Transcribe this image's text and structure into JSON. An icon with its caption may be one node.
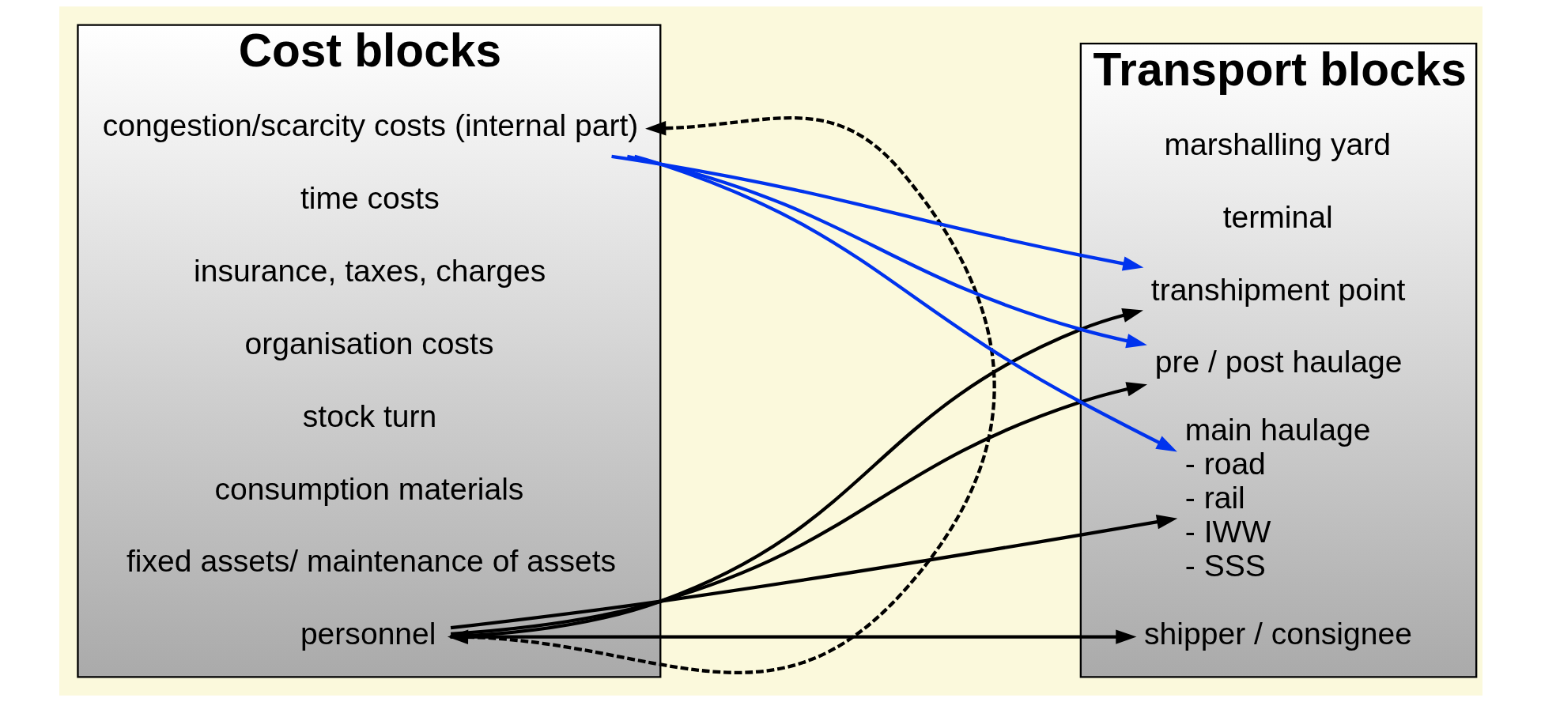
{
  "diagram": {
    "nodes": [
      {
        "text": [
          "Cost blocks"
        ]
      },
      {
        "text": [
          "personnel"
        ],
        "in": 0
      },
      {
        "text": [
          "fixed assets/ maintenance of assets"
        ],
        "in": 0
      },
      {
        "text": [
          "consumption materials"
        ],
        "in": 0
      },
      {
        "text": [
          "stock turn"
        ],
        "in": 0
      },
      {
        "text": [
          "organisation costs"
        ],
        "in": 0
      },
      {
        "text": [
          "insurance, taxes, charges"
        ],
        "in": 0
      },
      {
        "text": [
          "time costs"
        ],
        "in": 0
      },
      {
        "text": [
          "congestion/scarcity costs (internal part)"
        ],
        "in": 0
      },
      {
        "text": [
          "Transport blocks"
        ]
      },
      {
        "text": [
          "shipper / consignee"
        ],
        "in": 9
      },
      {
        "text": [
          "pre / post haulage"
        ],
        "in": 9
      },
      {
        "text": [
          "transhipment point"
        ],
        "in": 9
      },
      {
        "text": [
          "terminal"
        ],
        "in": 9
      },
      {
        "text": [
          "marshalling yard"
        ],
        "in": 9
      },
      {
        "text": [
          "main haulage",
          "- road",
          "- rail",
          "- IWW",
          "- SSS"
        ],
        "in": 9
      }
    ],
    "edges": [
      {
        "from": 1,
        "to": 10,
        "arrow": "to"
      },
      {
        "from": 1,
        "to": 11,
        "arrow": "to"
      },
      {
        "from": 1,
        "to": 12,
        "arrow": "to"
      },
      {
        "from": 1,
        "to": 15,
        "arrow": "to"
      },
      {
        "from": 8,
        "to": 11,
        "arrow": "to",
        "color": "#0033ee"
      },
      {
        "from": 8,
        "to": 12,
        "arrow": "to",
        "color": "#0033ee"
      },
      {
        "from": 8,
        "to": 15,
        "arrow": "to",
        "color": "#0033ee"
      },
      {
        "from": 1,
        "to": 8,
        "arrow": "both",
        "style": "dashed"
      }
    ]
  }
}
